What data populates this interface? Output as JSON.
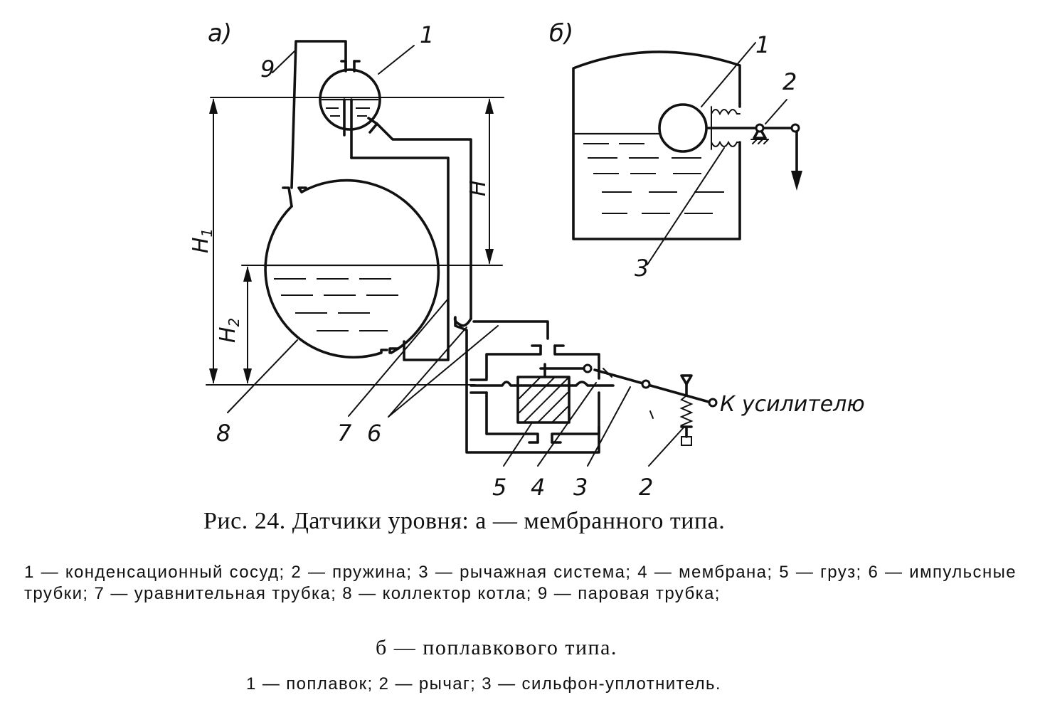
{
  "figure": {
    "panel_a_label": "a)",
    "panel_b_label": "б)",
    "dim_H": "H",
    "dim_H1": "H1",
    "dim_H2": "H2",
    "to_amplifier": "К усилителю",
    "callouts_a": {
      "n1": "1",
      "n2": "2",
      "n3": "3",
      "n4": "4",
      "n5": "5",
      "n6": "6",
      "n7": "7",
      "n8": "8",
      "n9": "9"
    },
    "callouts_b": {
      "n1": "1",
      "n2": "2",
      "n3": "3"
    }
  },
  "caption": {
    "title": "Рис. 24. Датчики уровня: а — мембранного типа.",
    "legend_a": "1 — конденсационный сосуд; 2 — пружина; 3 — рычажная система; 4 — мембрана; 5 — груз; 6 — импульсные трубки; 7 — уравнительная трубка; 8 — коллектор котла; 9 — паровая трубка;",
    "subtitle_b": "б — поплавкового типа.",
    "legend_b": "1 — поплавок; 2 — рычаг; 3 — сильфон-уплотнитель."
  }
}
